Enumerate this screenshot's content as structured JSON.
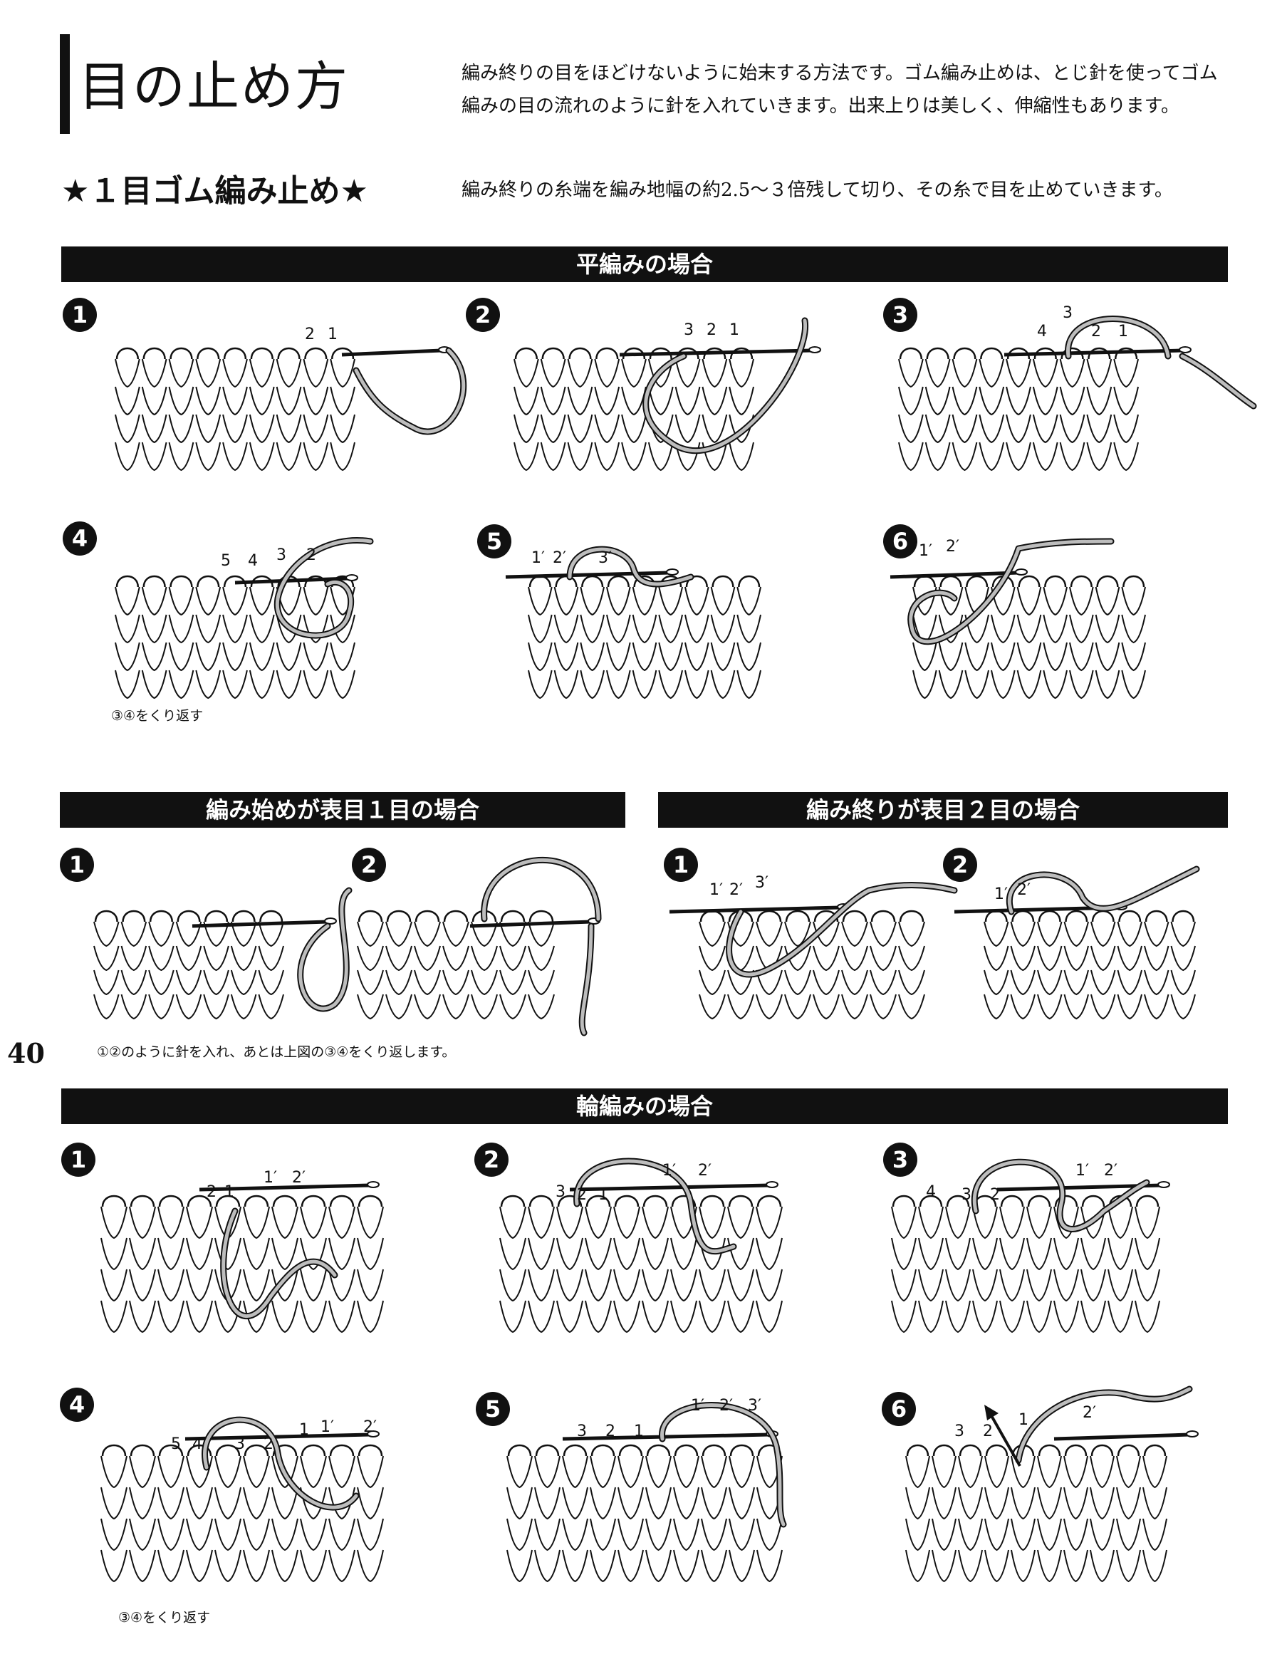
{
  "header": {
    "title": "目の止め方",
    "intro_line1": "編み終りの目をほどけないように始末する方法です。ゴム編み止めは、とじ針を使ってゴム",
    "intro_line2": "編みの目の流れのように針を入れていきます。出来上りは美しく、伸縮性もあります。"
  },
  "section": {
    "heading": "★１目ゴム編み止め★",
    "note": "編み終りの糸端を編み地幅の約2.5～３倍残して切り、その糸で目を止めていきます。"
  },
  "flat": {
    "bar": "平編みの場合",
    "steps": [
      "1",
      "2",
      "3",
      "4",
      "5",
      "6"
    ],
    "s1_labels": [
      "2",
      "1"
    ],
    "s2_labels": [
      "3",
      "2",
      "1"
    ],
    "s3_labels": [
      "4",
      "3",
      "2",
      "1"
    ],
    "s4_labels": [
      "5",
      "4",
      "3",
      "2"
    ],
    "s5_labels": [
      "1′",
      "2′",
      "3′"
    ],
    "s6_labels": [
      "1′",
      "2′"
    ],
    "repeat_note": "③④をくり返す"
  },
  "start_one": {
    "bar": "編み始めが表目１目の場合",
    "steps": [
      "1",
      "2"
    ],
    "note": "①②のように針を入れ、あとは上図の③④をくり返します。"
  },
  "end_two": {
    "bar": "編み終りが表目２目の場合",
    "steps": [
      "1",
      "2"
    ],
    "s1_labels": [
      "1′",
      "2′",
      "3′"
    ],
    "s2_labels": [
      "1′",
      "2′"
    ]
  },
  "round": {
    "bar": "輪編みの場合",
    "steps": [
      "1",
      "2",
      "3",
      "4",
      "5",
      "6"
    ],
    "s1_labels": [
      "2",
      "1",
      "1′",
      "2′"
    ],
    "s2_labels": [
      "3",
      "2",
      "1",
      "1′",
      "2′"
    ],
    "s3_labels": [
      "4",
      "3",
      "2",
      "1′",
      "2′"
    ],
    "s4_labels": [
      "5",
      "4",
      "3",
      "2",
      "1",
      "1′",
      "2′"
    ],
    "s5_labels": [
      "3",
      "2",
      "1",
      "1′",
      "2′",
      "3′"
    ],
    "s6_labels": [
      "3",
      "2",
      "1",
      "2′"
    ],
    "repeat_note": "③④をくり返す"
  },
  "page_number": "40",
  "colors": {
    "ink": "#111111",
    "paper": "#ffffff",
    "yarn": "#bdbdbd"
  }
}
